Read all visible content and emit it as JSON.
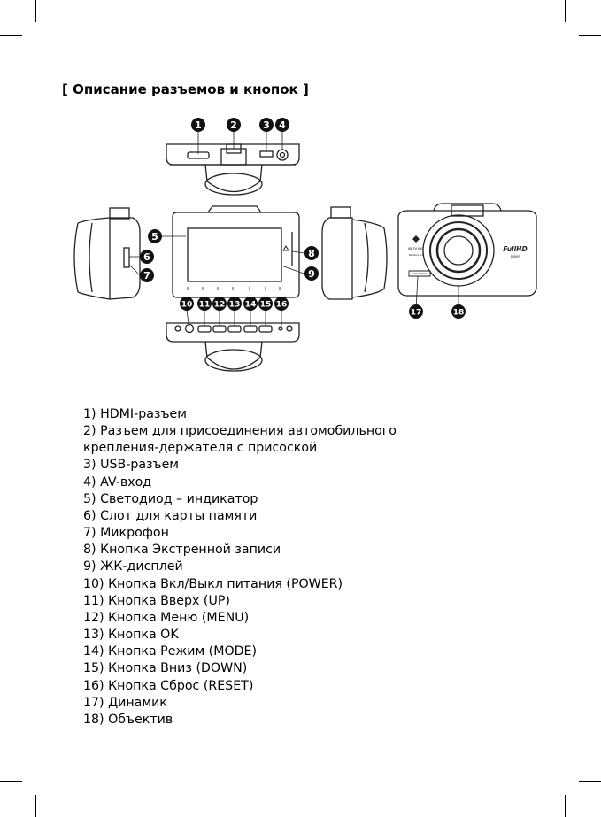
{
  "document": {
    "title": "[ Описание разъемов и кнопок ]",
    "callouts": [
      "1",
      "2",
      "3",
      "4",
      "5",
      "6",
      "7",
      "8",
      "9",
      "10",
      "11",
      "12",
      "13",
      "14",
      "15",
      "16",
      "17",
      "18"
    ],
    "device_front_text": {
      "brand": "NEOLINE",
      "model": "Neoline G3",
      "fullhd": "FullHD",
      "resolution": "1080P"
    },
    "items": [
      "1) HDMI-разъем",
      "2) Разъем для присоединения автомобильного",
      "крепления-держателя  с присоской",
      "3) USB-разъем",
      "4) AV-вход",
      "5) Светодиод – индикатор",
      "6) Слот для карты памяти",
      "7) Микрофон",
      "8) Кнопка Экстренной записи",
      "9) ЖК-дисплей",
      "10) Кнопка Вкл/Выкл питания (POWER)",
      "11) Кнопка Вверх (UP)",
      "12) Кнопка Меню (MENU)",
      "13) Кнопка OK",
      "14) Кнопка Режим (MODE)",
      "15) Кнопка Вниз (DOWN)",
      "16) Кнопка  Сброс (RESET)",
      "17) Динамик",
      "18) Объектив"
    ]
  }
}
